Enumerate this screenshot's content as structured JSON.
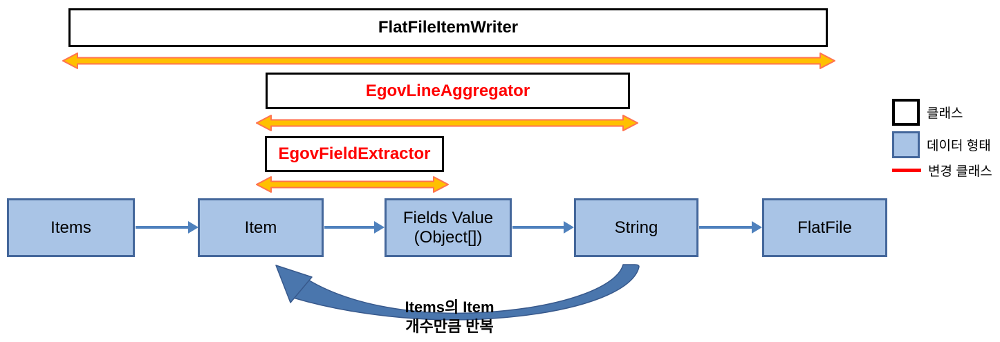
{
  "diagram": {
    "class_boxes": [
      {
        "label": "FlatFileItemWriter",
        "text_color": "#000000"
      },
      {
        "label": "EgovLineAggregator",
        "text_color": "#FF0000"
      },
      {
        "label": "EgovFieldExtractor",
        "text_color": "#FF0000"
      }
    ],
    "data_boxes": [
      {
        "label": "Items"
      },
      {
        "label": "Item"
      },
      {
        "label": "Fields Value",
        "label2": "(Object[])"
      },
      {
        "label": "String"
      },
      {
        "label": "FlatFile"
      }
    ],
    "loop_note": {
      "line1": "Items의 Item",
      "line2": "개수만큼 반복"
    }
  },
  "legend": {
    "items": [
      {
        "label": "클래스"
      },
      {
        "label": "데이터 형태"
      },
      {
        "label": "변경 클래스"
      }
    ]
  },
  "colors": {
    "class_box_border": "#000000",
    "highlight_text": "#FF0000",
    "data_box_fill": "#A9C4E6",
    "data_box_border": "#44679B",
    "flow_arrow": "#4F81BD",
    "span_arrow_fill": "#FFC000",
    "span_arrow_outline": "#FF7350",
    "loop_arrow_fill": "#4A76AD",
    "legend_change_line": "#FF0000"
  }
}
